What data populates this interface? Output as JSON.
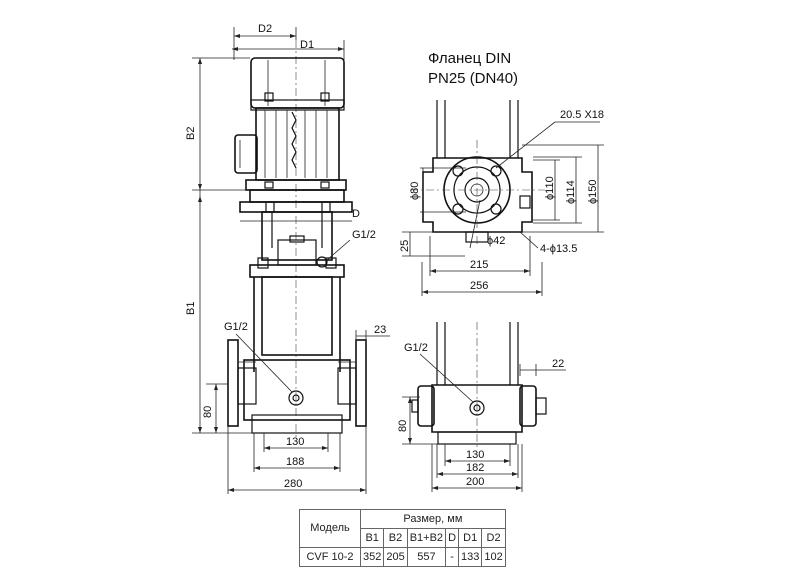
{
  "flange": {
    "title_line1": "Фланец DIN",
    "title_line2": "PN25 (DN40)"
  },
  "front_view": {
    "labels": {
      "d2": "D2",
      "d1": "D1",
      "b2": "B2",
      "b1": "B1",
      "d": "D",
      "g12_top": "G1/2",
      "g12_body": "G1/2",
      "h80": "80",
      "w23": "23",
      "w130": "130",
      "w188": "188",
      "w280": "280"
    }
  },
  "flange_view": {
    "labels": {
      "hole": "20.5 X18",
      "d80": "ϕ80",
      "d110": "ϕ110",
      "d114": "ϕ114",
      "d150": "ϕ150",
      "d42": "ϕ42",
      "holes4": "4-ϕ13.5",
      "h25": "25",
      "w215": "215",
      "w256": "256"
    }
  },
  "side_view": {
    "labels": {
      "g12": "G1/2",
      "w22": "22",
      "h80": "80",
      "w130": "130",
      "w182": "182",
      "w200": "200"
    }
  },
  "table": {
    "model_header": "Модель",
    "size_header": "Размер, мм",
    "columns": [
      "B1",
      "B2",
      "B1+B2",
      "D",
      "D1",
      "D2"
    ],
    "rows": [
      {
        "model": "CVF 10-2",
        "values": [
          "352",
          "205",
          "557",
          "-",
          "133",
          "102"
        ]
      }
    ]
  }
}
